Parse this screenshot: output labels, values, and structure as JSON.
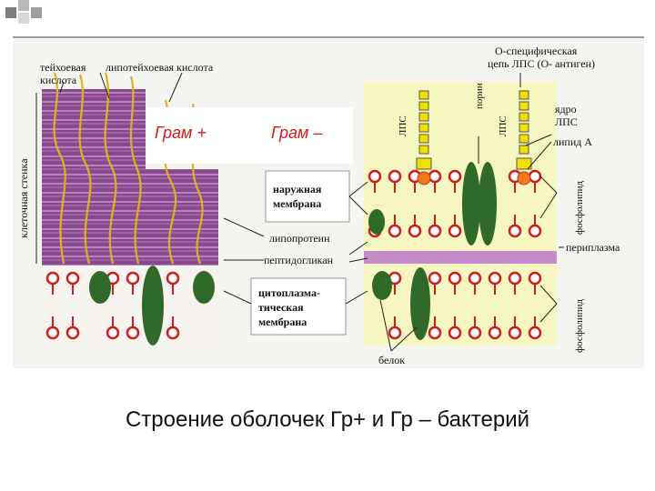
{
  "labels": {
    "teichoic": "тейхоевая",
    "lipoteichoic": "липотейхоевая кислота",
    "acid": "кислота",
    "cell_wall": "клеточная стенка",
    "gram_pos": "Грам +",
    "gram_neg": "Грам –",
    "outer_membrane_1": "наружная",
    "outer_membrane_2": "мембрана",
    "lipoprotein": "липопротеин",
    "peptidoglycan": "пептидогликан",
    "cytoplasmic_1": "цитоплазма-",
    "cytoplasmic_2": "тическая",
    "cytoplasmic_3": "мембрана",
    "o_specific_1": "О-специфическая",
    "o_specific_2": "цепь ЛПС (О- антиген)",
    "core_1": "ядро",
    "core_2": "ЛПС",
    "lipid_a": "липид А",
    "lps_left": "ЛПС",
    "porin": "порин",
    "lps_right": "ЛПС",
    "phospholipid_upper": "фосфолипид",
    "periplasm": "периплазма",
    "phospholipid_lower": "фосфолипид",
    "protein": "белок"
  },
  "caption": "Строение оболочек Гр+ и Гр – бактерий",
  "colors": {
    "wall": "#8a4a8e",
    "wall_stripe": "#c79ad0",
    "teichoic": "#e0b21a",
    "lipid_head": "#d21c1c",
    "protein": "#2f6a2a",
    "lps_yellow": "#f0e000",
    "gram_neg_bg": "#f6f7c0",
    "peptidoglycan_neg": "#c58ac8"
  }
}
